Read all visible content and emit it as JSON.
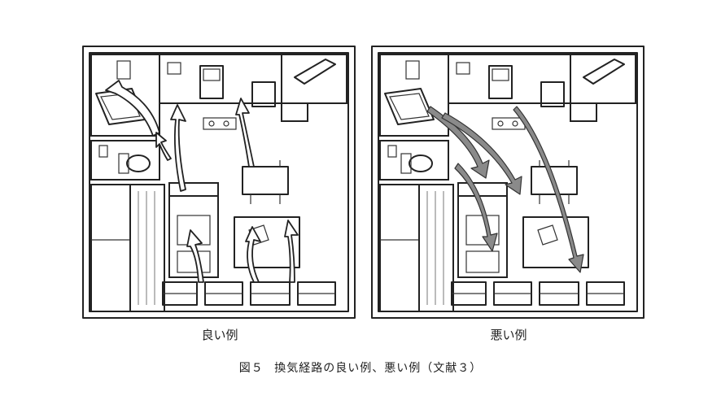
{
  "diagrams": [
    {
      "label": "良い例"
    },
    {
      "label": "悪い例"
    }
  ],
  "caption": {
    "figure_no": "図５",
    "title": "換気経路の良い例、悪い例（文献３）"
  }
}
